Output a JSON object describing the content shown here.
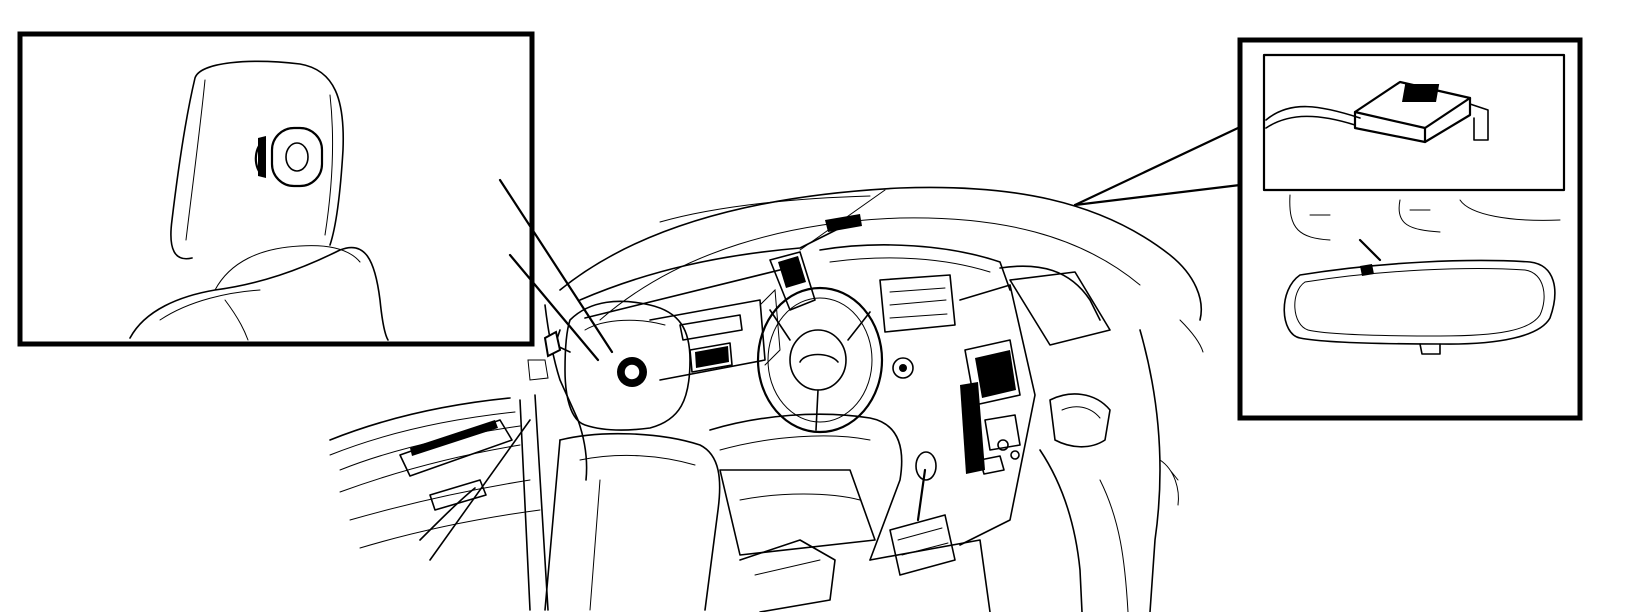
{
  "figure": {
    "description_visible_text": [],
    "colors": {
      "line": "#000000",
      "background": "#ffffff"
    },
    "callouts": [
      {
        "id": "left-callout",
        "subject": "headrest-sensor"
      },
      {
        "id": "right-callout",
        "subject": "rear-view-mirror-module"
      }
    ]
  }
}
